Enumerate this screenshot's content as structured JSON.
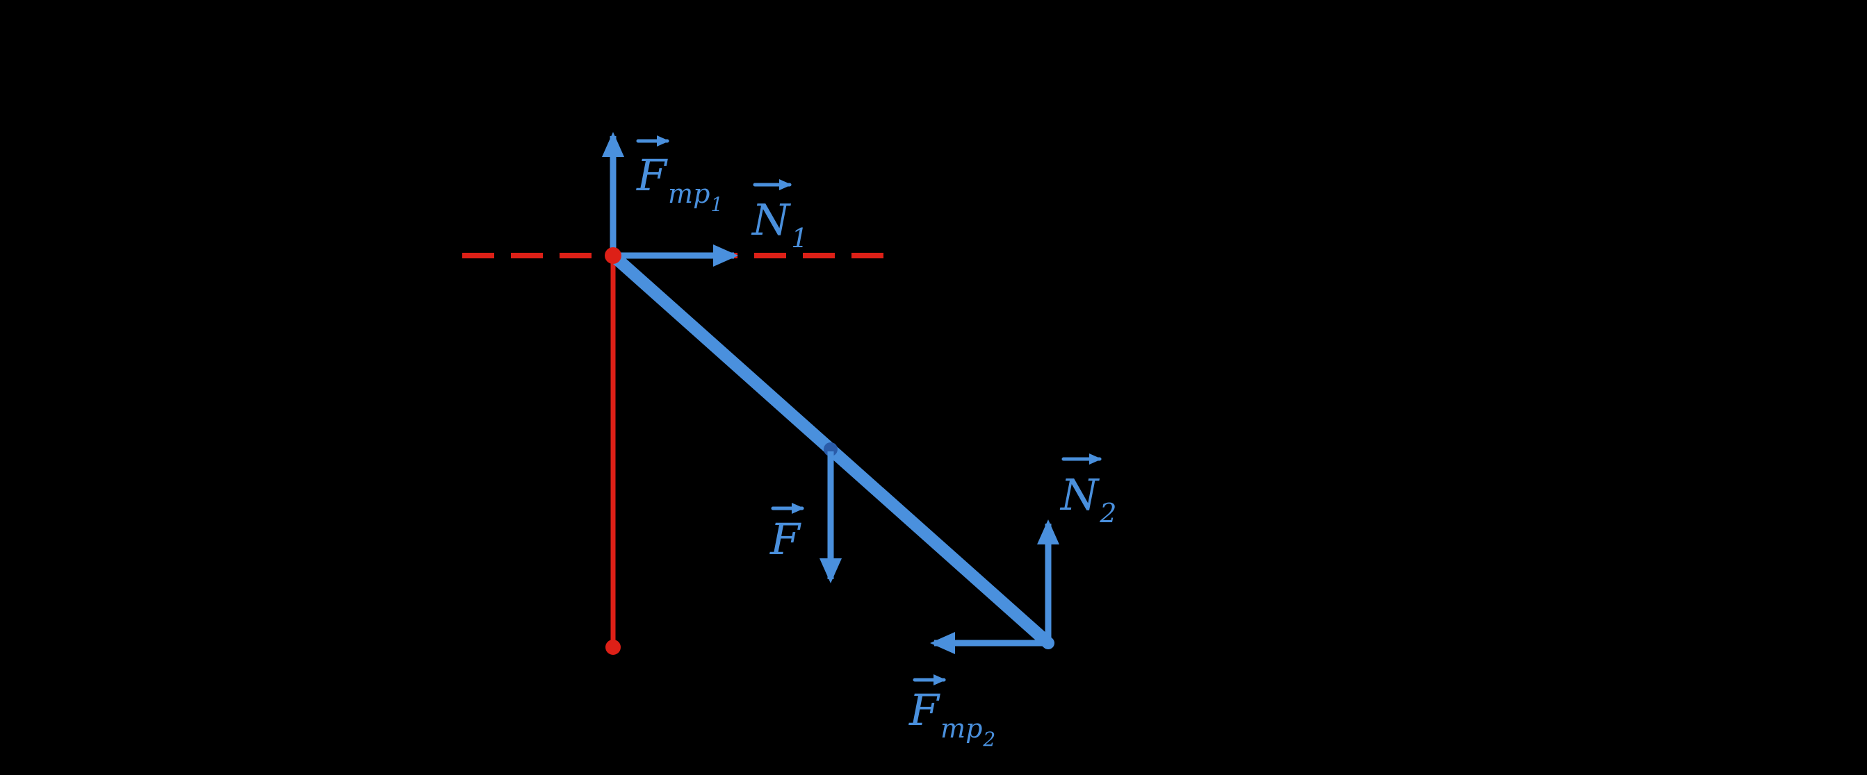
{
  "diagram": {
    "description": "free-body-diagram",
    "colors": {
      "background": "#000000",
      "force_blue": "#4a90dd",
      "reference_red": "#dd2017",
      "midpoint_dot": "#2b5ca9"
    },
    "labels": {
      "friction_top": {
        "main": "F",
        "sub": "тр",
        "subsub": "1"
      },
      "normal_top": {
        "main": "N",
        "sub": "1",
        "subsub": ""
      },
      "applied_force": {
        "main": "F",
        "sub": "",
        "subsub": ""
      },
      "normal_bottom": {
        "main": "N",
        "sub": "2",
        "subsub": ""
      },
      "friction_bottom": {
        "main": "F",
        "sub": "тр",
        "subsub": "2"
      }
    }
  }
}
